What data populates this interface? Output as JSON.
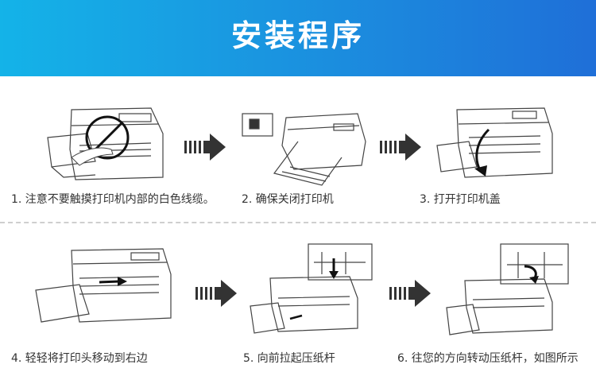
{
  "header": {
    "title": "安装程序",
    "gradient_start": "#14b3e8",
    "gradient_end": "#1f6fd8"
  },
  "steps": [
    {
      "caption": "1. 注意不要触摸打印机内部的白色线缆。",
      "icon": "printer-no-touch"
    },
    {
      "caption": "2. 确保关闭打印机",
      "icon": "printer-power-off"
    },
    {
      "caption": "3. 打开打印机盖",
      "icon": "printer-open-cover"
    },
    {
      "caption": "4. 轻轻将打印头移动到右边",
      "icon": "printer-move-head"
    },
    {
      "caption": "5. 向前拉起压纸杆",
      "icon": "printer-pull-lever"
    },
    {
      "caption": "6. 往您的方向转动压纸杆，如图所示",
      "icon": "printer-rotate-lever"
    }
  ],
  "arrow_color": "#333333"
}
